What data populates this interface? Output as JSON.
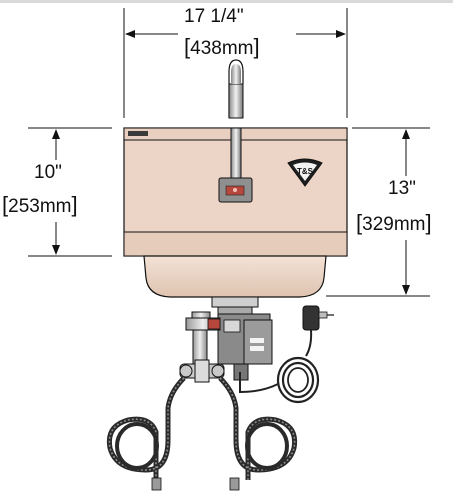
{
  "dimensions": {
    "width": {
      "inches": "17 1/4\"",
      "mm": "438mm"
    },
    "front_height": {
      "inches": "10\"",
      "mm": "253mm"
    },
    "overall_height": {
      "inches": "13\"",
      "mm": "329mm"
    }
  },
  "brand_badge": "T&S",
  "colors": {
    "sink_body": "#ecd5c6",
    "sink_shadow": "#c9ad9c",
    "line": "#111111",
    "metal_light": "#e6e6e6",
    "metal_dark": "#7a7a7a",
    "hose": "#2a2a2a"
  }
}
